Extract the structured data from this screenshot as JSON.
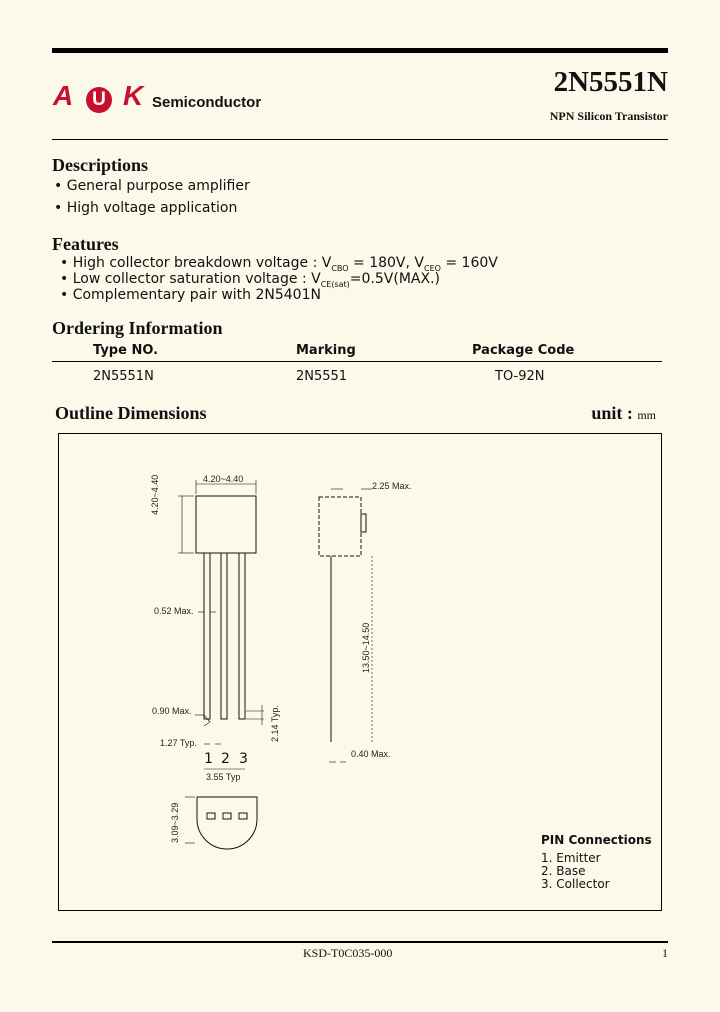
{
  "header": {
    "logo_letters": [
      "A",
      "U",
      "K"
    ],
    "company": "Semiconductor",
    "part_number": "2N5551N",
    "subtitle": "NPN Silicon Transistor"
  },
  "descriptions": {
    "title": "Descriptions",
    "items": [
      "General purpose amplifier",
      "High voltage application"
    ]
  },
  "features": {
    "title": "Features",
    "item1": {
      "pre": "High collector breakdown voltage : V",
      "sub1": "CBO",
      "mid": " = 180V, V",
      "sub2": "CEO",
      "post": " = 160V"
    },
    "item2": {
      "pre": "Low collector saturation voltage : V",
      "sub": "CE(sat)",
      "post": "=0.5V(MAX.)"
    },
    "item3": "Complementary pair with 2N5401N"
  },
  "ordering": {
    "title": "Ordering Information",
    "headers": [
      "Type NO.",
      "Marking",
      "Package Code"
    ],
    "row": [
      "2N5551N",
      "2N5551",
      "TO-92N"
    ]
  },
  "outline": {
    "title": "Outline Dimensions",
    "unit_label": "unit :",
    "unit": "mm",
    "dims": {
      "body_width": "4.20~4.40",
      "body_height": "4.20~4.40",
      "thickness": "2.25 Max.",
      "lead_width": "0.52 Max.",
      "lead_length": "13.50~14.50",
      "lead_shoulder": "0.90 Max.",
      "pitch": "1.27 Typ.",
      "lead_gap": "2.14 Typ.",
      "lead_thickness": "0.40 Max.",
      "pin_numbers": [
        "1",
        "2",
        "3"
      ],
      "pin_span": "3.55 Typ",
      "bottom_depth": "3.09~3.29"
    },
    "pin_connections": {
      "title": "PIN Connections",
      "items": [
        "1. Emitter",
        "2. Base",
        "3. Collector"
      ]
    }
  },
  "footer": {
    "doc_code": "KSD-T0C035-000",
    "page": "1"
  }
}
